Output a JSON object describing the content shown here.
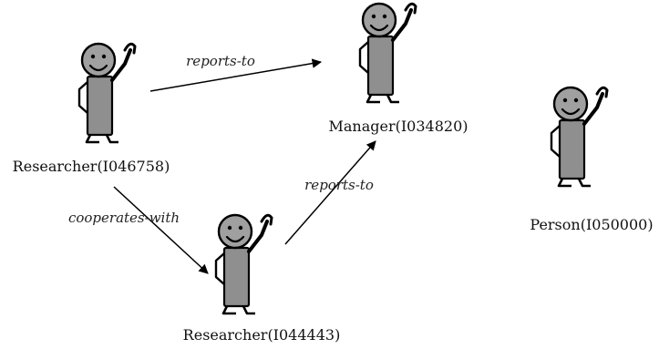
{
  "diagram": {
    "nodes": [
      {
        "id": "r1",
        "label": "Researcher(I046758)",
        "icon": "stick-figure-icon"
      },
      {
        "id": "m1",
        "label": "Manager(I034820)",
        "icon": "stick-figure-icon"
      },
      {
        "id": "p1",
        "label": "Person(I050000)",
        "icon": "stick-figure-icon"
      },
      {
        "id": "r2",
        "label": "Researcher(I044443)",
        "icon": "stick-figure-icon"
      }
    ],
    "edges": [
      {
        "from": "r1",
        "to": "m1",
        "label": "reports-to"
      },
      {
        "from": "r1",
        "to": "r2",
        "label": "cooperates-with"
      },
      {
        "from": "r2",
        "to": "m1",
        "label": "reports-to"
      }
    ]
  },
  "colors": {
    "head": "#a0a0a0",
    "body": "#8f8f8f",
    "outline": "#000000"
  }
}
